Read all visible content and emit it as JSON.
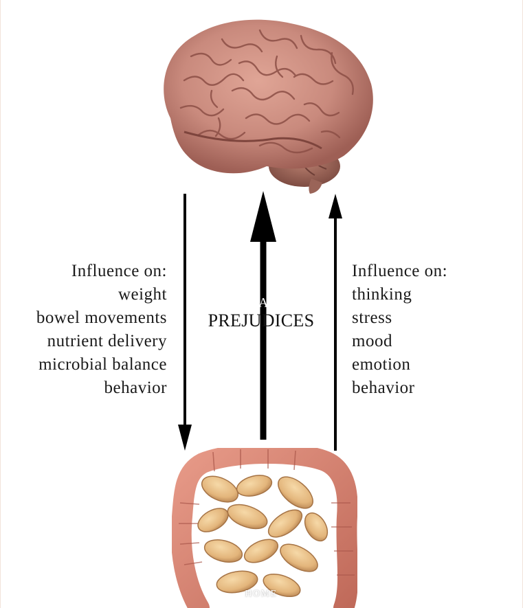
{
  "left_panel": {
    "heading": "Influence on:",
    "items": [
      "weight",
      "bowel movements",
      "nutrient delivery",
      "microbial balance",
      "behavior"
    ]
  },
  "right_panel": {
    "heading": "Influence on:",
    "items": [
      "thinking",
      "stress",
      "mood",
      "emotion",
      "behavior"
    ]
  },
  "center_label": "PREJUDICES",
  "ghost_letter": "A",
  "home_link": "HOME",
  "colors": {
    "arrow": "#000000",
    "brain": "#c98a7d",
    "intestine_small": "#e8bf86",
    "intestine_large": "#d98170"
  },
  "icons": [
    "brain-illustration",
    "intestines-illustration"
  ]
}
